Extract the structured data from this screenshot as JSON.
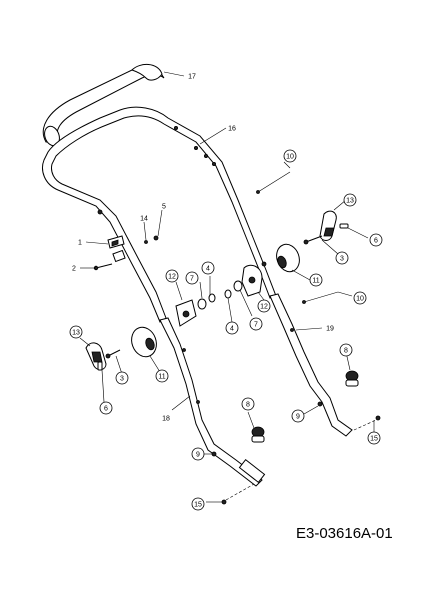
{
  "diagram_code": "E3-03616A-01",
  "callouts": [
    {
      "id": "c17a",
      "text": "17"
    },
    {
      "id": "c16a",
      "text": "16"
    },
    {
      "id": "c10a",
      "text": "10"
    },
    {
      "id": "c13a",
      "text": "13"
    },
    {
      "id": "c6a",
      "text": "6"
    },
    {
      "id": "c3a",
      "text": "3"
    },
    {
      "id": "c11a",
      "text": "11"
    },
    {
      "id": "c10b",
      "text": "10"
    },
    {
      "id": "c19a",
      "text": "19"
    },
    {
      "id": "c5a",
      "text": "5"
    },
    {
      "id": "c14a",
      "text": "14"
    },
    {
      "id": "c1a",
      "text": "1"
    },
    {
      "id": "c2a",
      "text": "2"
    },
    {
      "id": "c12a",
      "text": "12"
    },
    {
      "id": "c7a",
      "text": "7"
    },
    {
      "id": "c4a",
      "text": "4"
    },
    {
      "id": "c12b",
      "text": "12"
    },
    {
      "id": "c7b",
      "text": "7"
    },
    {
      "id": "c4b",
      "text": "4"
    },
    {
      "id": "c13b",
      "text": "13"
    },
    {
      "id": "c3b",
      "text": "3"
    },
    {
      "id": "c11b",
      "text": "11"
    },
    {
      "id": "c6b",
      "text": "6"
    },
    {
      "id": "c8a",
      "text": "8"
    },
    {
      "id": "c8b",
      "text": "8"
    },
    {
      "id": "c9a",
      "text": "9"
    },
    {
      "id": "c9b",
      "text": "9"
    },
    {
      "id": "c15a",
      "text": "15"
    },
    {
      "id": "c15b",
      "text": "15"
    },
    {
      "id": "c18a",
      "text": "18"
    }
  ]
}
